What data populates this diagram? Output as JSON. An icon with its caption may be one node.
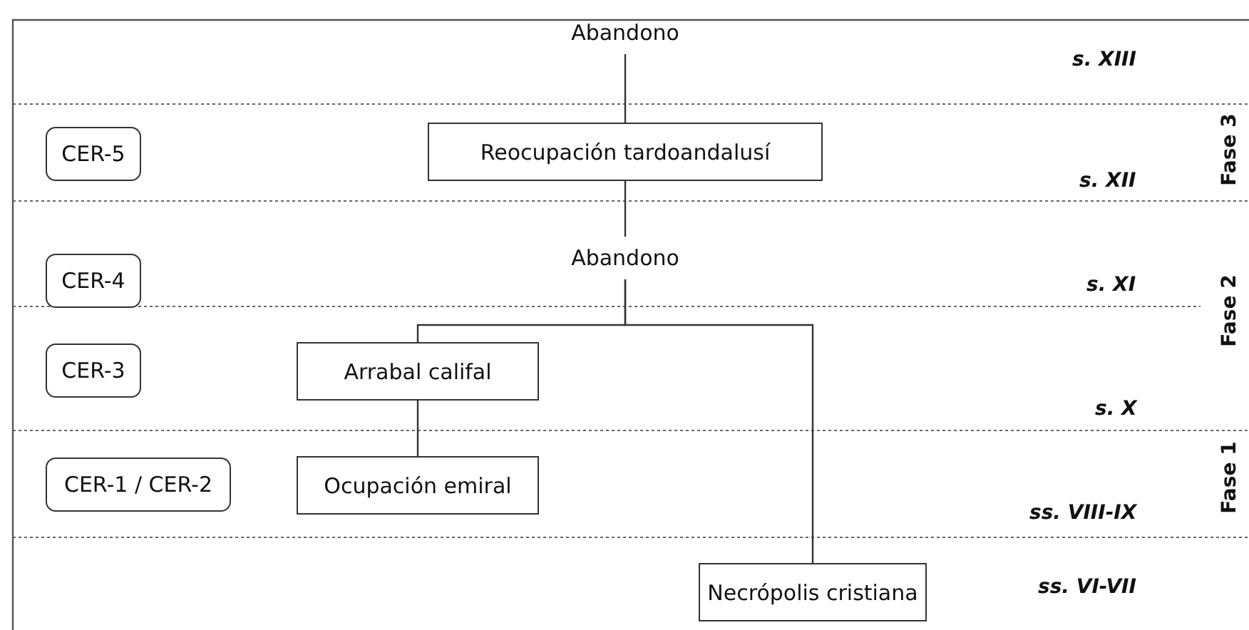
{
  "diagram": {
    "nodes": [
      {
        "text": [
          "Abandono"
        ]
      },
      {
        "text": [
          "CER-5"
        ]
      },
      {
        "text": [
          "Reocupación tardoandalusí"
        ]
      },
      {
        "text": [
          "CER-4"
        ]
      },
      {
        "text": [
          "Abandono"
        ]
      },
      {
        "text": [
          "CER-3"
        ]
      },
      {
        "text": [
          "Arrabal califal"
        ]
      },
      {
        "text": [
          "CER-1 / CER-2"
        ]
      },
      {
        "text": [
          "Ocupación emiral"
        ]
      },
      {
        "text": [
          "Necrópolis cristiana"
        ]
      }
    ],
    "edges": [
      {
        "from": 2,
        "to": 0,
        "arrow": "none"
      },
      {
        "from": 4,
        "to": 2,
        "arrow": "none"
      },
      {
        "from": 6,
        "to": 4,
        "arrow": "none"
      },
      {
        "from": 9,
        "to": 4,
        "arrow": "none"
      },
      {
        "from": 8,
        "to": 6,
        "arrow": "none"
      }
    ],
    "labels": [
      "s. XIII",
      "Fase 3",
      "s. XII",
      "s. XI",
      "Fase 2",
      "s. X",
      "ss. VIII-IX",
      "Fase 1",
      "ss. VI-VII"
    ]
  }
}
